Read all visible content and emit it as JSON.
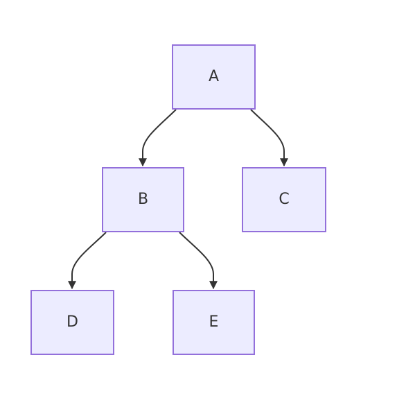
{
  "diagram": {
    "nodes": [
      {
        "id": "A",
        "label": "A"
      },
      {
        "id": "B",
        "label": "B"
      },
      {
        "id": "C",
        "label": "C"
      },
      {
        "id": "D",
        "label": "D"
      },
      {
        "id": "E",
        "label": "E"
      }
    ],
    "edges": [
      {
        "from": "A",
        "to": "B"
      },
      {
        "from": "A",
        "to": "C"
      },
      {
        "from": "B",
        "to": "D"
      },
      {
        "from": "B",
        "to": "E"
      }
    ]
  },
  "colors": {
    "node_fill": "#ececff",
    "node_border": "#9370db",
    "edge": "#333333",
    "text": "#333333",
    "background": "#ffffff"
  }
}
